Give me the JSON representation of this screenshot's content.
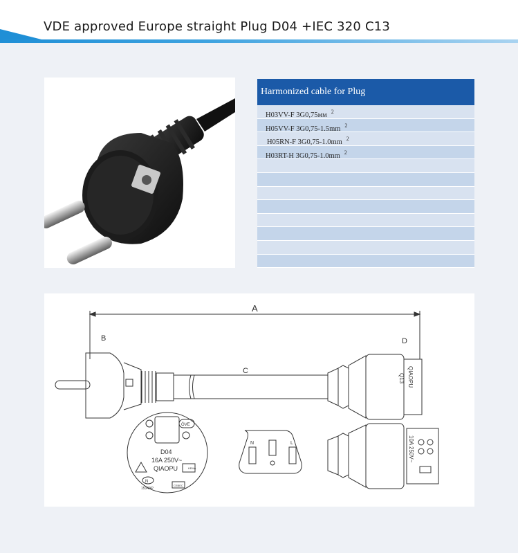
{
  "header": {
    "title": "VDE approved Europe straight Plug D04 +IEC 320 C13"
  },
  "table": {
    "heading": "Harmonized cable for Plug",
    "rows": [
      {
        "text": "H03VV-F 3G0,75мм",
        "sup": "2"
      },
      {
        "text": "H05VV-F 3G0,75-1.5mm",
        "sup": "2"
      },
      {
        "text": "H05RN-F 3G0,75-1.0mm",
        "sup": "2"
      },
      {
        "text": "H03RT-H 3G0,75-1.0mm",
        "sup": "2"
      },
      {
        "text": "",
        "sup": ""
      },
      {
        "text": "",
        "sup": ""
      },
      {
        "text": "",
        "sup": ""
      },
      {
        "text": "",
        "sup": ""
      },
      {
        "text": "",
        "sup": ""
      },
      {
        "text": "",
        "sup": ""
      },
      {
        "text": "",
        "sup": ""
      },
      {
        "text": "",
        "sup": ""
      }
    ]
  },
  "drawing": {
    "label_a": "A",
    "label_b": "B",
    "label_c": "C",
    "label_d": "D",
    "plug_model": "D04",
    "plug_rating": "16A 250V~",
    "plug_brand": "QIAOPU",
    "plug_cert_ove": "ÖVE",
    "plug_cert_n": "N",
    "plug_code": "1534AP",
    "plug_cert_kema": "KEMA",
    "plug_cert_cebec": "CEBEC",
    "connector_brand": "QIAOPU",
    "connector_model": "Q13",
    "connector_rating": "10A 250V~",
    "pin_n": "N",
    "pin_l": "L"
  }
}
